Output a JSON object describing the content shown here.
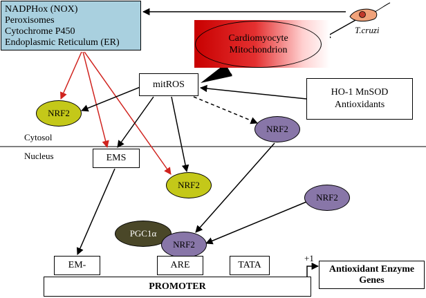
{
  "sources": {
    "lines": [
      "NADPHox (NOX)",
      "Peroxisomes",
      "Cytochrome P450",
      "Endoplasmic Reticulum (ER)"
    ]
  },
  "mitochondrion": {
    "line1": "Cardiomyocyte",
    "line2": "Mitochondrion"
  },
  "parasite_label": "T.cruzi",
  "mitros": "mitROS",
  "antioxidants": {
    "line1": "HO-1 MnSOD",
    "line2": "Antioxidants"
  },
  "compartments": {
    "cytosol": "Cytosol",
    "nucleus": "Nucleus"
  },
  "nrf2": "NRF2",
  "ems": "EMS",
  "pgc1a": "PGC1α",
  "elements": {
    "em": "EM-",
    "are": "ARE",
    "tata": "TATA"
  },
  "promoter": "PROMOTER",
  "plus_one": "+1",
  "target": {
    "line1": "Antioxidant Enzyme",
    "line2": "Genes"
  },
  "colors": {
    "sources_fill": "#a9d0df",
    "nrf2_yellow": "#c4c819",
    "nrf2_purple": "#8876a8",
    "pgc1a_fill": "#4a4728",
    "mito_gradient_start": "#c80000",
    "red_arrows": "#d0231e"
  }
}
